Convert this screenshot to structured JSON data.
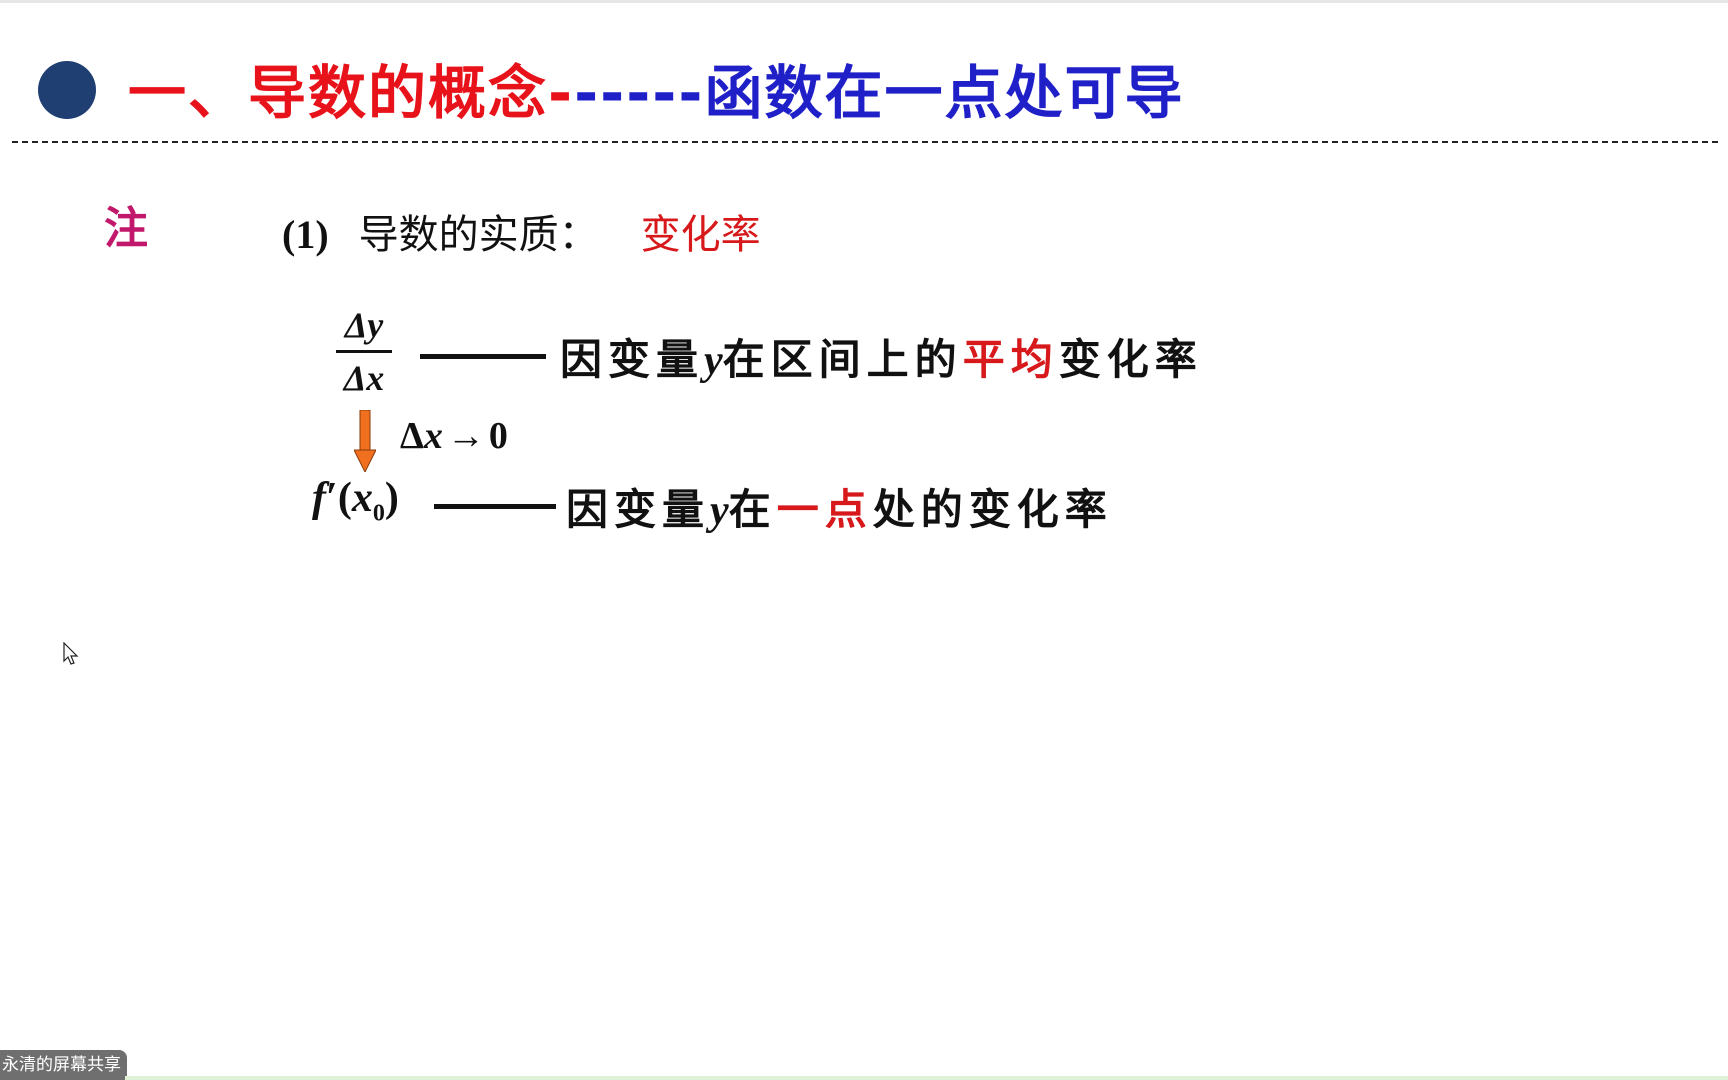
{
  "slide": {
    "title": {
      "part_red": "一、导数的概念-",
      "part_blue": "-----函数在一点处可导"
    },
    "note_mark": "注",
    "point1": {
      "number": "(1)",
      "label": "导数的实质：",
      "value": "变化率"
    },
    "fraction": {
      "numerator": "Δy",
      "denominator": "Δx"
    },
    "line1": {
      "prefix": "因变量",
      "var": "y",
      "middle": "在区间上的",
      "highlight": "平均",
      "suffix": "变化率"
    },
    "limit": {
      "delta": "Δ",
      "x": "x",
      "arrow": "→",
      "target": "0"
    },
    "derivative": {
      "f": "f",
      "prime": "′",
      "open": "(",
      "x": "x",
      "sub": "0",
      "close": ")"
    },
    "line2": {
      "prefix": "因变量",
      "var": "y",
      "middle": "在",
      "highlight": "一点",
      "suffix": "处的变化率"
    },
    "colors": {
      "red": "#e8121b",
      "blue": "#2020c8",
      "bullet": "#1f3f73",
      "note": "#c2186b",
      "arrow": "#f07020"
    }
  },
  "overlay": {
    "share_label": "永清的屏幕共享"
  }
}
